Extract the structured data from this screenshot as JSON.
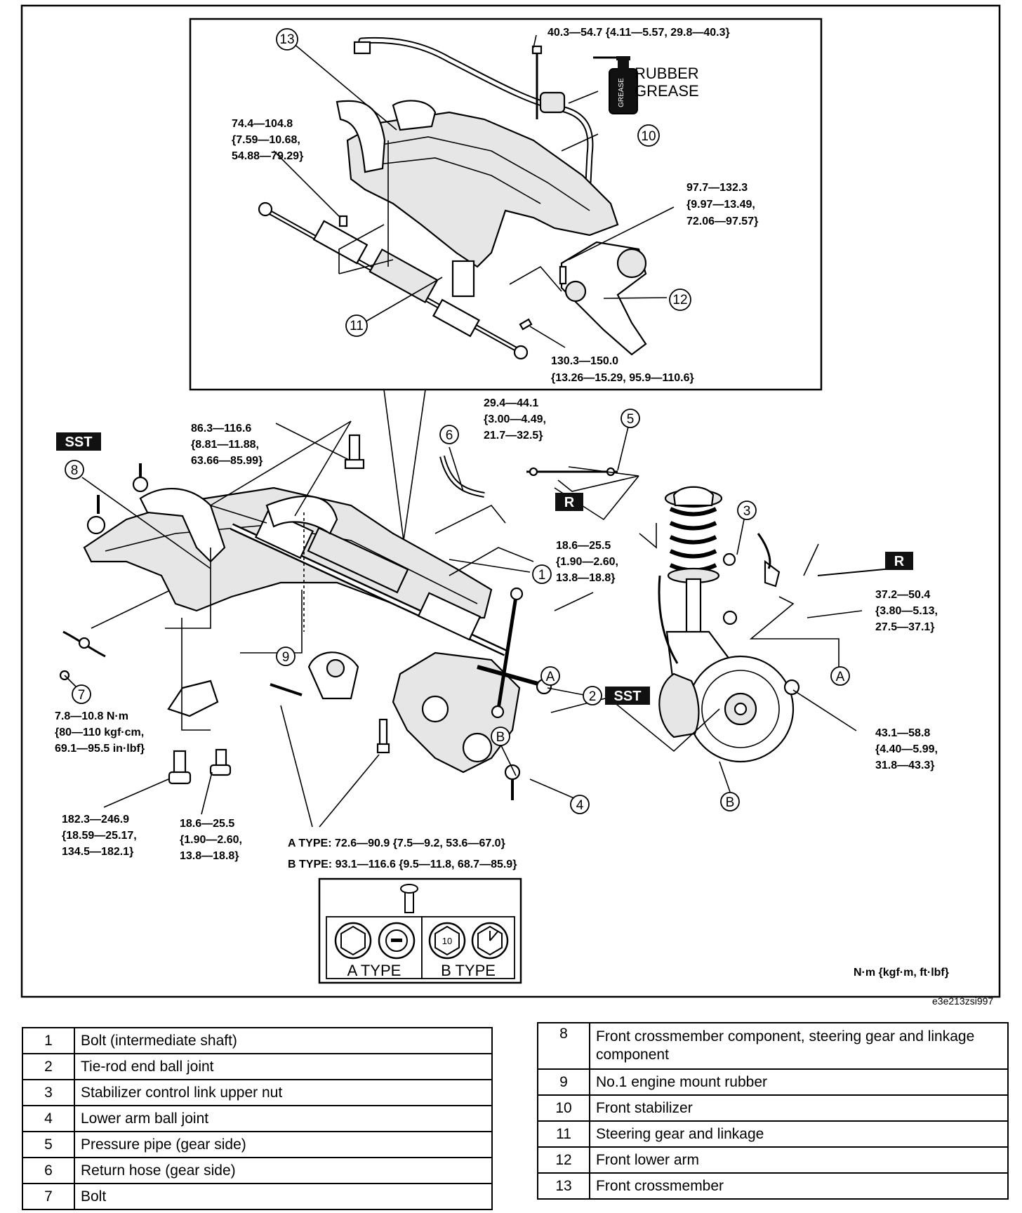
{
  "diagram": {
    "callouts": [
      "1",
      "2",
      "3",
      "4",
      "5",
      "6",
      "7",
      "8",
      "9",
      "10",
      "11",
      "12",
      "13"
    ],
    "letter_marks": [
      "A",
      "B"
    ],
    "sst_label": "SST",
    "r_label": "R",
    "grease_label": [
      "RUBBER",
      "GREASE"
    ],
    "grease_can_text": "GREASE",
    "torques": {
      "t1": [
        "40.3—54.7 {4.11—5.57, 29.8—40.3}"
      ],
      "t2": [
        "74.4—104.8",
        "{7.59—10.68,",
        "54.88—79.29}"
      ],
      "t3": [
        "97.7—132.3",
        "{9.97—13.49,",
        "72.06—97.57}"
      ],
      "t4": [
        "130.3—150.0",
        "{13.26—15.29, 95.9—110.6}"
      ],
      "t5": [
        "86.3—116.6",
        "{8.81—11.88,",
        "63.66—85.99}"
      ],
      "t6": [
        "29.4—44.1",
        "{3.00—4.49,",
        "21.7—32.5}"
      ],
      "t7": [
        "18.6—25.5",
        "{1.90—2.60,",
        "13.8—18.8}"
      ],
      "t8": [
        "37.2—50.4",
        "{3.80—5.13,",
        "27.5—37.1}"
      ],
      "t9": [
        "7.8—10.8 N·m",
        "{80—110 kgf·cm,",
        "69.1—95.5 in·lbf}"
      ],
      "t10": [
        "43.1—58.8",
        "{4.40—5.99,",
        "31.8—43.3}"
      ],
      "t11": [
        "182.3—246.9",
        "{18.59—25.17,",
        "134.5—182.1}"
      ],
      "t12": [
        "18.6—25.5",
        "{1.90—2.60,",
        "13.8—18.8}"
      ],
      "t13": [
        "A TYPE: 72.6—90.9 {7.5—9.2, 53.6—67.0}",
        "B TYPE: 93.1—116.6 {9.5—11.8, 68.7—85.9}"
      ]
    },
    "bolt_types": {
      "a": "A TYPE",
      "b": "B TYPE",
      "b_mark": "10"
    },
    "units": "N·m {kgf·m, ft·lbf}",
    "figure_code": "e3e213zsi997"
  },
  "legend": {
    "left": [
      {
        "num": "1",
        "name": "Bolt (intermediate shaft)"
      },
      {
        "num": "2",
        "name": "Tie-rod end ball joint"
      },
      {
        "num": "3",
        "name": "Stabilizer control link upper nut"
      },
      {
        "num": "4",
        "name": "Lower arm ball joint"
      },
      {
        "num": "5",
        "name": "Pressure pipe (gear side)"
      },
      {
        "num": "6",
        "name": "Return hose (gear side)"
      },
      {
        "num": "7",
        "name": "Bolt"
      }
    ],
    "right": [
      {
        "num": "8",
        "name": "Front crossmember component, steering gear and linkage component"
      },
      {
        "num": "9",
        "name": "No.1 engine mount rubber"
      },
      {
        "num": "10",
        "name": "Front stabilizer"
      },
      {
        "num": "11",
        "name": "Steering gear and linkage"
      },
      {
        "num": "12",
        "name": "Front lower arm"
      },
      {
        "num": "13",
        "name": "Front crossmember"
      }
    ]
  }
}
